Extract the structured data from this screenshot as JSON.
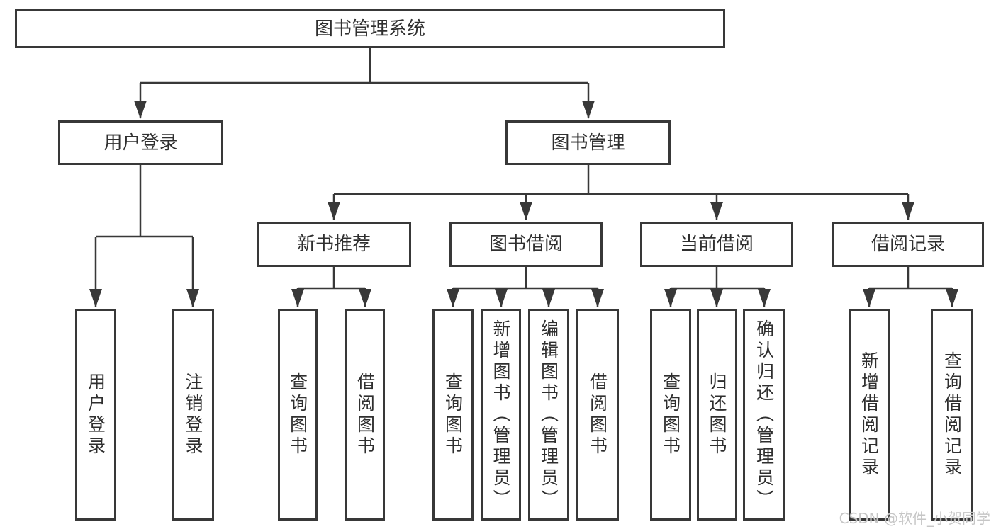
{
  "diagram_title": "图书管理系统",
  "colors": {
    "line": "#383838",
    "box_border": "#383838",
    "text": "#2f2f2f",
    "background": "#ffffff",
    "watermark": "#c1c1c1"
  },
  "nodes": {
    "root": {
      "label": "图书管理系统"
    },
    "user_login": {
      "label": "用户登录"
    },
    "book_mgmt": {
      "label": "图书管理"
    },
    "new_book_rec": {
      "label": "新书推荐"
    },
    "book_borrow": {
      "label": "图书借阅"
    },
    "current_borrow": {
      "label": "当前借阅"
    },
    "borrow_records": {
      "label": "借阅记录"
    },
    "leaf_user_login": {
      "label": "用户登录"
    },
    "leaf_logout": {
      "label": "注销登录"
    },
    "leaf_nb_query": {
      "label": "查询图书"
    },
    "leaf_nb_borrow": {
      "label": "借阅图书"
    },
    "leaf_bb_query": {
      "label": "查询图书"
    },
    "leaf_bb_add": {
      "label": "新增图书（管理员）"
    },
    "leaf_bb_edit": {
      "label": "编辑图书（管理员）"
    },
    "leaf_bb_borrow": {
      "label": "借阅图书"
    },
    "leaf_cb_query": {
      "label": "查询图书"
    },
    "leaf_cb_return": {
      "label": "归还图书"
    },
    "leaf_cb_confirm": {
      "label": "确认归还（管理员）"
    },
    "leaf_br_add": {
      "label": "新增借阅记录"
    },
    "leaf_br_query": {
      "label": "查询借阅记录"
    }
  },
  "watermark": "CSDN @软件_小贺同学"
}
